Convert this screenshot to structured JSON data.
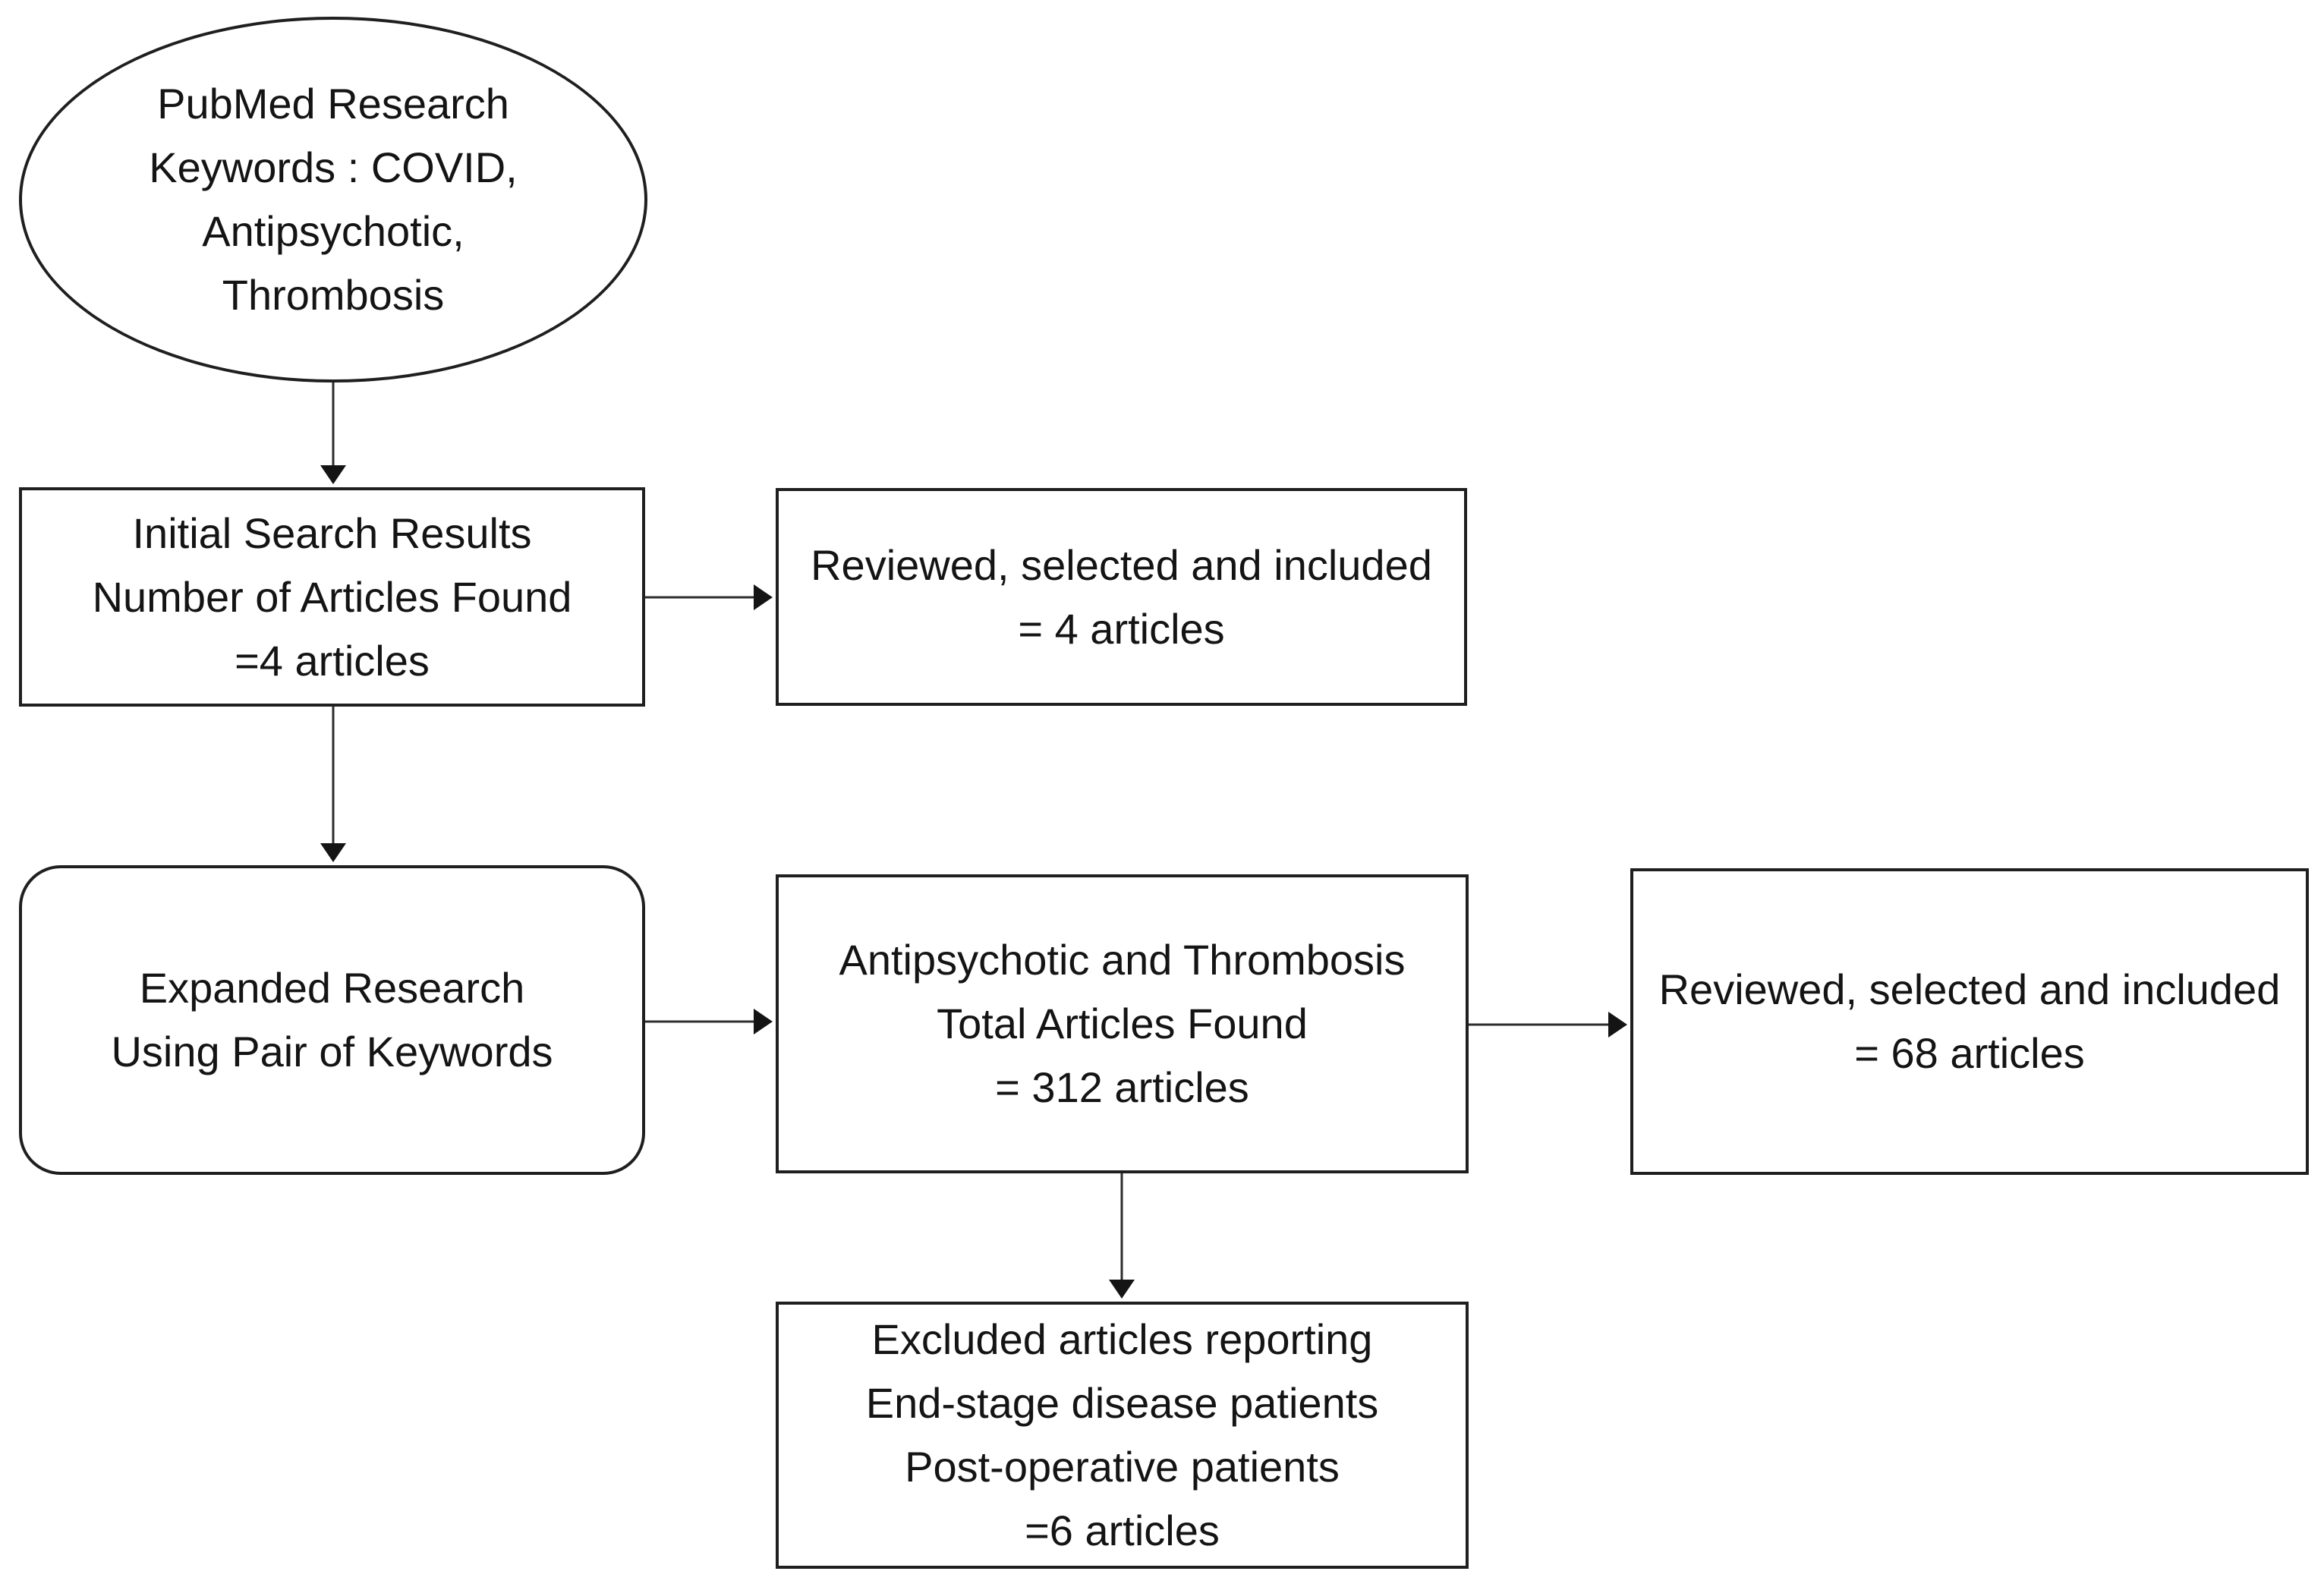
{
  "diagram": {
    "colors": {
      "background": "#ffffff",
      "shape_border": "#1f1f1f",
      "text": "#141414",
      "arrow": "#2e2e2e"
    },
    "nodes": {
      "keywords": {
        "shape": "ellipse",
        "lines": [
          "PubMed Research",
          "Keywords : COVID,",
          "Antipsychotic,",
          "Thrombosis"
        ]
      },
      "initial_search": {
        "shape": "rectangle",
        "lines": [
          "Initial Search Results",
          "Number of Articles Found",
          "=4 articles"
        ]
      },
      "reviewed_included_4": {
        "shape": "rectangle",
        "lines": [
          "Reviewed, selected and included",
          "= 4 articles"
        ]
      },
      "expanded_research": {
        "shape": "rounded-rectangle",
        "lines": [
          "Expanded Research",
          "Using Pair of Keywords"
        ]
      },
      "antipsychotic_thrombosis": {
        "shape": "rectangle",
        "lines": [
          "Antipsychotic and Thrombosis",
          "Total Articles Found",
          "= 312 articles"
        ]
      },
      "reviewed_included_68": {
        "shape": "rectangle",
        "lines": [
          "Reviewed, selected and included",
          "= 68 articles"
        ]
      },
      "excluded_articles": {
        "shape": "rectangle",
        "lines": [
          "Excluded articles reporting",
          "End-stage disease patients",
          "Post-operative patients",
          "=6 articles"
        ]
      }
    },
    "connectors": [
      {
        "from": "keywords",
        "to": "initial_search"
      },
      {
        "from": "initial_search",
        "to": "reviewed_included_4"
      },
      {
        "from": "initial_search",
        "to": "expanded_research"
      },
      {
        "from": "expanded_research",
        "to": "antipsychotic_thrombosis"
      },
      {
        "from": "antipsychotic_thrombosis",
        "to": "reviewed_included_68"
      },
      {
        "from": "antipsychotic_thrombosis",
        "to": "excluded_articles"
      }
    ]
  }
}
